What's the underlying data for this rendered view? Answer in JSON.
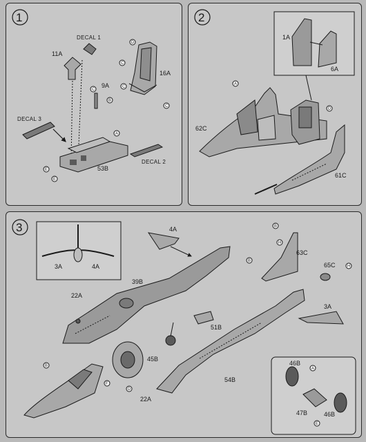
{
  "steps": [
    {
      "number": "1"
    },
    {
      "number": "2"
    },
    {
      "number": "3"
    }
  ],
  "step1": {
    "decal_1": "DECAL 1",
    "decal_2": "DECAL 2",
    "decal_3": "DECAL 3",
    "part_11a": "11A",
    "part_9a": "9A",
    "part_16a": "16A",
    "part_53b": "53B",
    "glue_a": "A",
    "glue_b": "B",
    "glue_c": "C",
    "glue_d": "D",
    "glue_e": "E"
  },
  "step2": {
    "part_1a": "1A",
    "part_6a": "6A",
    "part_62c": "62C",
    "part_61c": "61C",
    "glue_a": "A",
    "glue_d": "D"
  },
  "step3": {
    "part_3a": "3A",
    "part_4a": "4A",
    "part_39b": "39B",
    "part_22a": "22A",
    "part_51b": "51B",
    "part_45b": "45B",
    "part_54b": "54B",
    "part_63c": "63C",
    "part_65c": "65C",
    "part_46b": "46B",
    "part_47b": "47B",
    "glue_a": "A",
    "glue_b": "B",
    "glue_d": "D",
    "glue_e": "E",
    "glue_f": "F",
    "glue_h": "H"
  },
  "colors": {
    "background": "#b9b9b9",
    "panel": "#c7c7c7",
    "line": "#1a1a1a",
    "part_shade": "#9a9a9a",
    "dark_part": "#5a5a5a"
  }
}
